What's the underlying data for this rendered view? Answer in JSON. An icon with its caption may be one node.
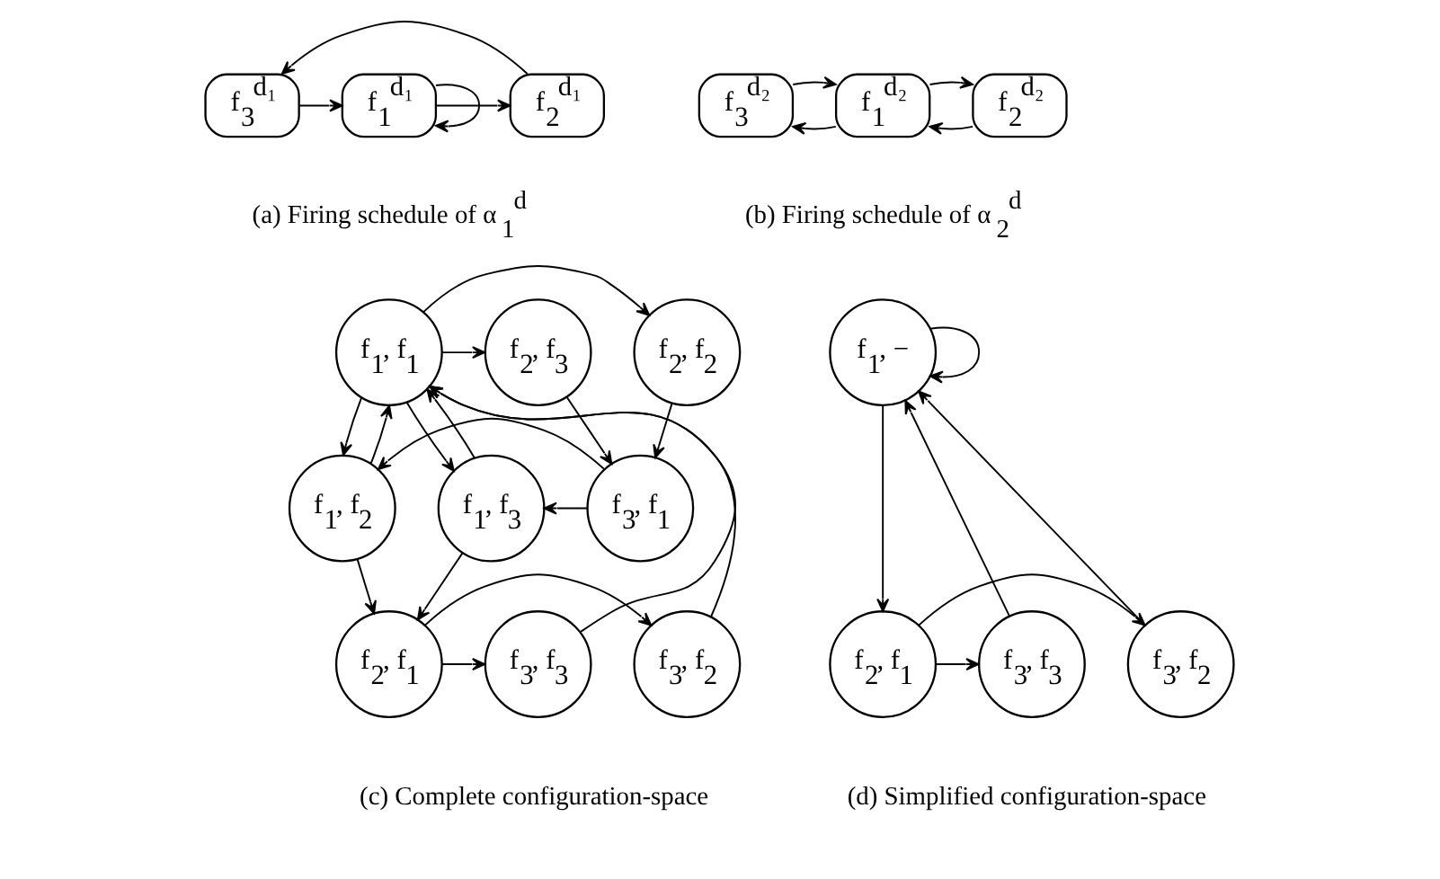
{
  "diagram": {
    "nodes": [
      {
        "text": [
          "f$_{1}$$^{d₁}$"
        ]
      },
      {
        "text": [
          "f$_{2}$$^{d₁}$"
        ]
      },
      {
        "text": [
          "f$_{3}$$^{d₁}$"
        ]
      },
      {
        "text": [
          "f$_{2}$$^{d₂}$"
        ]
      },
      {
        "text": [
          "f$_{1}$$^{d₂}$"
        ]
      },
      {
        "text": [
          "f$_{3}$$^{d₂}$"
        ]
      },
      {
        "text": [
          "f$_{1}$, f$_{1}$"
        ]
      },
      {
        "text": [
          "f$_{2}$, f$_{2}$"
        ]
      },
      {
        "text": [
          "f$_{2}$, f$_{3}$"
        ]
      },
      {
        "text": [
          "f$_{1}$, f$_{2}$"
        ]
      },
      {
        "text": [
          "f$_{1}$, f$_{3}$"
        ]
      },
      {
        "text": [
          "f$_{3}$, f$_{1}$"
        ]
      },
      {
        "text": [
          "f$_{3}$, f$_{2}$"
        ]
      },
      {
        "text": [
          "f$_{2}$, f$_{1}$"
        ]
      },
      {
        "text": [
          "f$_{3}$, f$_{3}$"
        ]
      },
      {
        "text": [
          "f$_{1}$, −"
        ]
      },
      {
        "text": [
          "f$_{3}$, f$_{2}$"
        ]
      },
      {
        "text": [
          "f$_{2}$, f$_{1}$"
        ]
      },
      {
        "text": [
          "f$_{3}$, f$_{3}$"
        ]
      }
    ],
    "edges": [
      {
        "from": 0,
        "to": 0,
        "arrow": "to"
      },
      {
        "from": 0,
        "to": 1,
        "arrow": "to"
      },
      {
        "from": 1,
        "to": 2,
        "arrow": "to"
      },
      {
        "from": 2,
        "to": 0,
        "arrow": "to"
      },
      {
        "from": 3,
        "to": 4,
        "arrow": "to"
      },
      {
        "from": 4,
        "to": 3,
        "arrow": "to"
      },
      {
        "from": 4,
        "to": 5,
        "arrow": "to"
      },
      {
        "from": 5,
        "to": 4,
        "arrow": "to"
      },
      {
        "from": 6,
        "to": 7,
        "arrow": "to"
      },
      {
        "from": 6,
        "to": 8,
        "arrow": "to"
      },
      {
        "from": 6,
        "to": 9,
        "arrow": "to"
      },
      {
        "from": 9,
        "to": 6,
        "arrow": "to"
      },
      {
        "from": 6,
        "to": 10,
        "arrow": "to"
      },
      {
        "from": 10,
        "to": 6,
        "arrow": "to"
      },
      {
        "from": 7,
        "to": 11,
        "arrow": "to"
      },
      {
        "from": 8,
        "to": 11,
        "arrow": "to"
      },
      {
        "from": 11,
        "to": 9,
        "arrow": "to"
      },
      {
        "from": 11,
        "to": 10,
        "arrow": "to"
      },
      {
        "from": 9,
        "to": 13,
        "arrow": "to"
      },
      {
        "from": 10,
        "to": 13,
        "arrow": "to"
      },
      {
        "from": 13,
        "to": 12,
        "arrow": "to"
      },
      {
        "from": 13,
        "to": 14,
        "arrow": "to"
      },
      {
        "from": 12,
        "to": 6,
        "arrow": "to"
      },
      {
        "from": 14,
        "to": 6,
        "arrow": "to"
      },
      {
        "from": 15,
        "to": 15,
        "arrow": "to"
      },
      {
        "from": 15,
        "to": 17,
        "arrow": "to"
      },
      {
        "from": 17,
        "to": 16,
        "arrow": "to"
      },
      {
        "from": 17,
        "to": 18,
        "arrow": "to"
      },
      {
        "from": 16,
        "to": 15,
        "arrow": "to"
      },
      {
        "from": 18,
        "to": 15,
        "arrow": "to"
      }
    ],
    "labels": [
      "(a) Firing schedule of α$_{1}$$^{d}$",
      "(b) Firing schedule of α$_{2}$$^{d}$",
      "(c) Complete configuration-space",
      "(d) Simplified configuration-space"
    ]
  }
}
